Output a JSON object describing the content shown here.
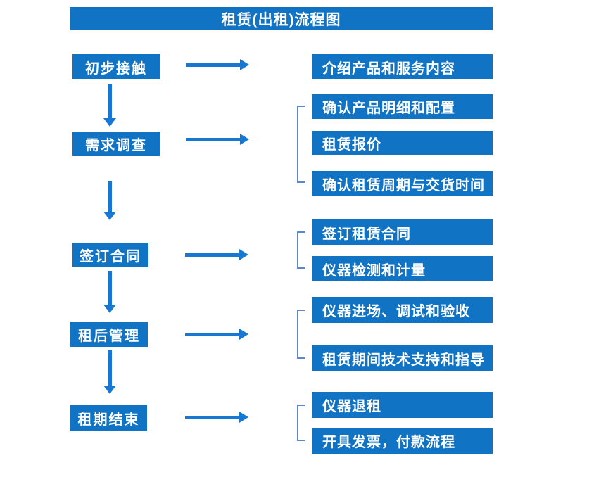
{
  "title": "租赁(出租)流程图",
  "colors": {
    "primary": "#1173C4",
    "arrow": "#1778D4",
    "bracket": "#5E86CD",
    "box-text": "#FFFFFF",
    "page-bg": "#FFFFFF"
  },
  "steps": [
    {
      "label": "初步接触",
      "details": [
        "介绍产品和服务内容"
      ]
    },
    {
      "label": "需求调查",
      "details": [
        "确认产品明细和配置",
        "租赁报价",
        "确认租赁周期与交货时间"
      ]
    },
    {
      "label": "签订合同",
      "details": [
        "签订租赁合同",
        "仪器检测和计量"
      ]
    },
    {
      "label": "租后管理",
      "details": [
        "仪器进场、调试和验收",
        "租赁期间技术支持和指导"
      ]
    },
    {
      "label": "租期结束",
      "details": [
        "仪器退租",
        "开具发票，付款流程"
      ]
    }
  ]
}
